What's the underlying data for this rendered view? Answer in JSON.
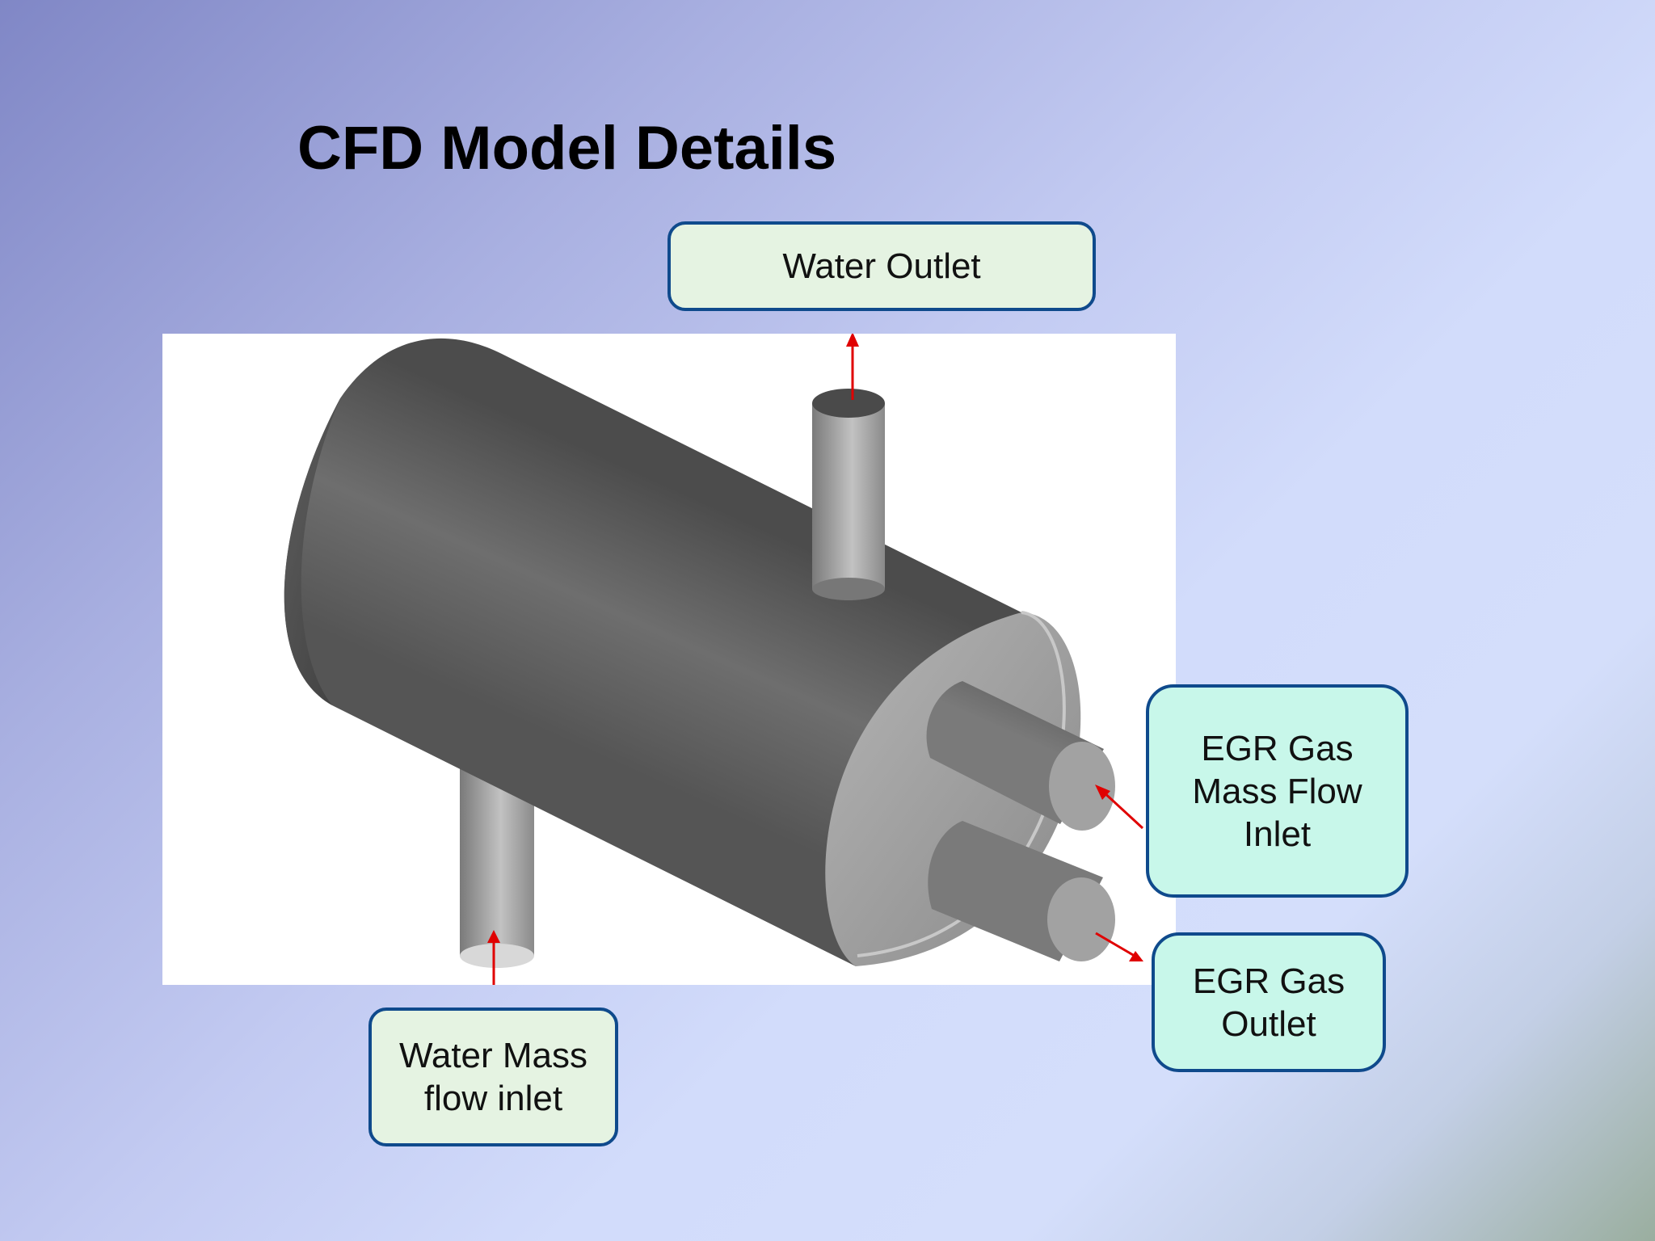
{
  "title": "CFD Model Details",
  "labels": {
    "water_outlet": "Water Outlet",
    "water_inlet": "Water Mass\nflow inlet",
    "egr_inlet": "EGR Gas\nMass Flow\nInlet",
    "egr_outlet": "EGR Gas\nOutlet"
  },
  "colors": {
    "callout_border": "#0f4a8c",
    "arrow": "#e00000",
    "callout_green": "#e5f3e2",
    "callout_aqua": "#c8f7ea"
  }
}
